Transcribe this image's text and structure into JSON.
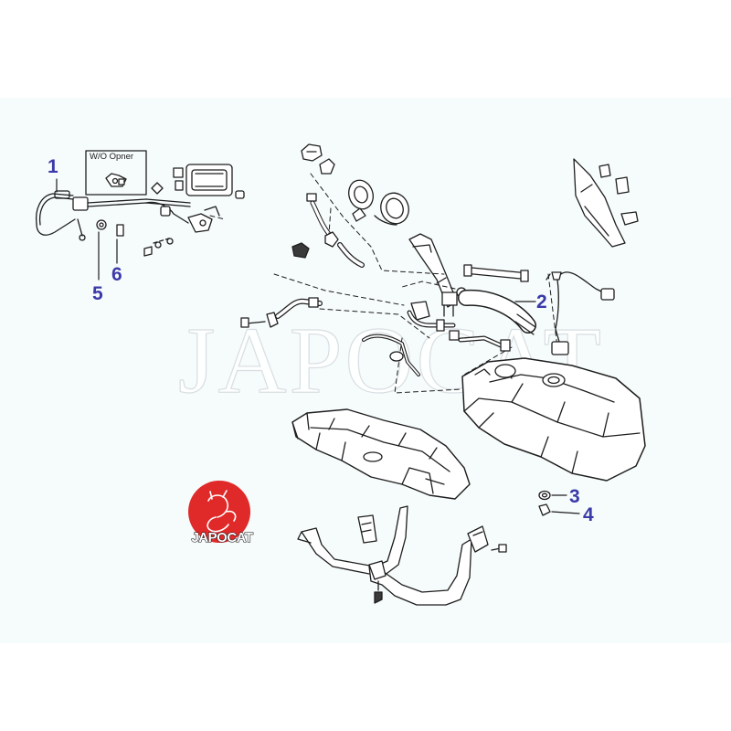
{
  "watermark": {
    "text": "JAPOCAT"
  },
  "logo": {
    "text": "JAPOCAT",
    "color": "#e02a2a"
  },
  "inset": {
    "label": "W/O Opner"
  },
  "callouts": {
    "color": "#3a3aa8",
    "items": [
      {
        "id": "1",
        "label": "1"
      },
      {
        "id": "2",
        "label": "2"
      },
      {
        "id": "3",
        "label": "3"
      },
      {
        "id": "4",
        "label": "4"
      },
      {
        "id": "5",
        "label": "5"
      },
      {
        "id": "6",
        "label": "6"
      }
    ]
  },
  "colors": {
    "line": "#1e1e1e",
    "panel": "#f6fbfc",
    "shade": "#b9b9b9"
  }
}
